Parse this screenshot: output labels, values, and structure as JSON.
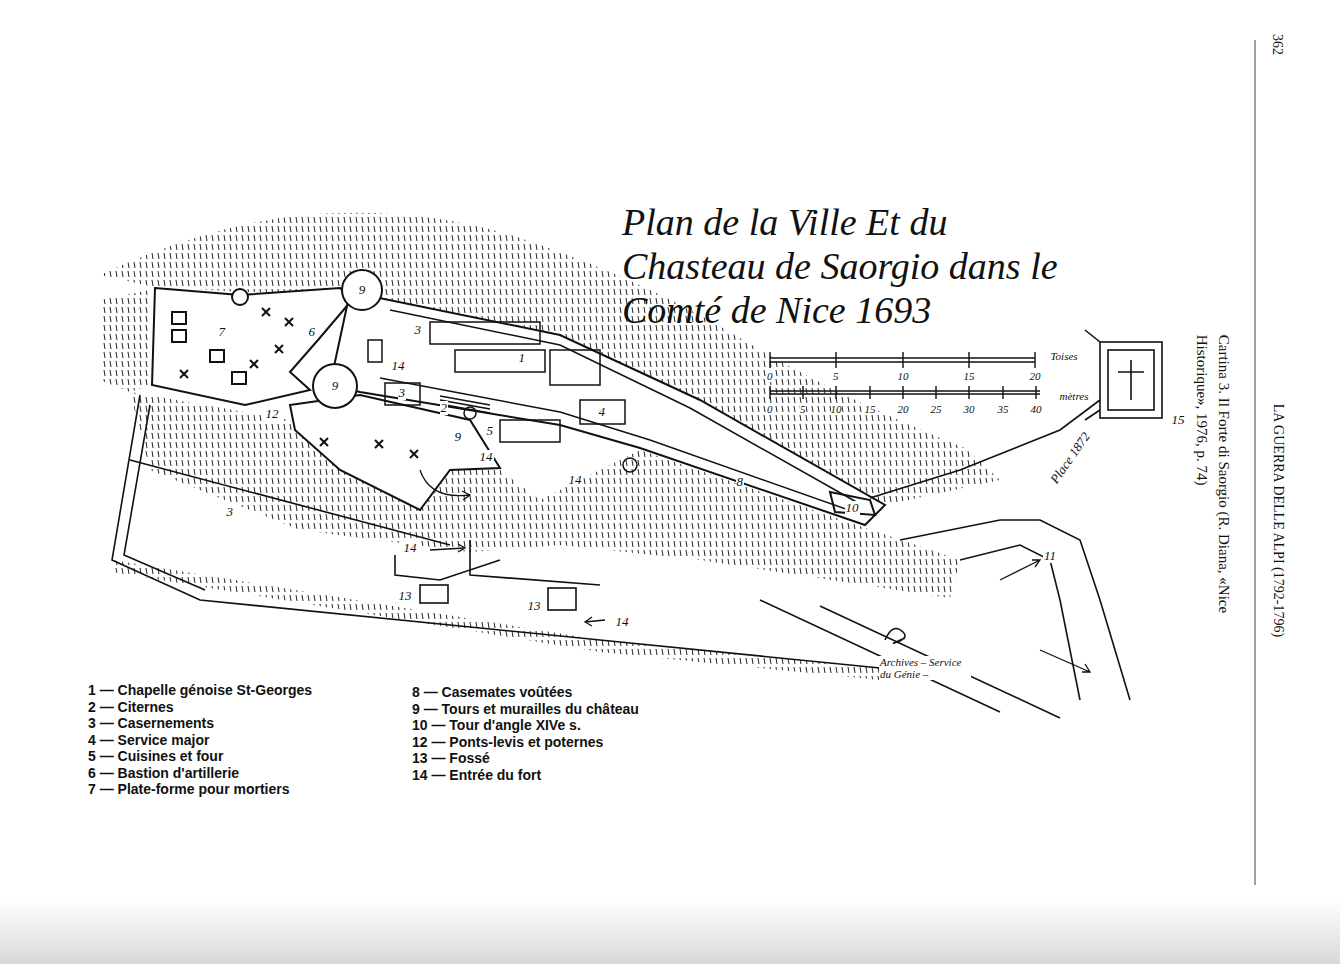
{
  "diagram": {
    "title": "Plan de la Ville Et du Chasteau de Saorgio dans le Comté de Nice 1693",
    "caption": "Cartina 3. Il Forte di Saorgio (R. Diana, «Nice Historique», 1976, p. 74)",
    "nodes": [
      {
        "text": [
          "9"
        ]
      },
      {
        "text": [
          "9"
        ]
      }
    ],
    "labels": [
      "362",
      "LA GUERRA DELLE ALPI (1792-1796)",
      "Toises",
      "0",
      "5",
      "10",
      "15",
      "20",
      "0",
      "5",
      "10",
      "15",
      "20",
      "25",
      "30",
      "35",
      "40",
      "mètres",
      "7",
      "6",
      "3",
      "1",
      "2",
      "3",
      "5",
      "4",
      "9",
      "8",
      "10",
      "14",
      "14",
      "14",
      "14",
      "14",
      "3",
      "12",
      "13",
      "13",
      "15",
      "11",
      "Place 1872",
      "Archives – Service du Génie –"
    ],
    "legend": [
      {
        "text": "1 — Chapelle génoise St-Georges"
      },
      {
        "text": "2 — Citernes"
      },
      {
        "text": "3 — Casernements"
      },
      {
        "text": "4 — Service major"
      },
      {
        "text": "5 — Cuisines et four"
      },
      {
        "text": "6 — Bastion d'artillerie"
      },
      {
        "text": "7 — Plate-forme pour mortiers"
      },
      {
        "text": "8 — Casemates voûtées"
      },
      {
        "text": "9 — Tours et murailles du château"
      },
      {
        "text": "10 — Tour d'angle XIVe s."
      },
      {
        "text": "12 — Ponts-levis et poternes"
      },
      {
        "text": "13 — Fossé"
      },
      {
        "text": "14 — Entrée du fort"
      }
    ]
  }
}
